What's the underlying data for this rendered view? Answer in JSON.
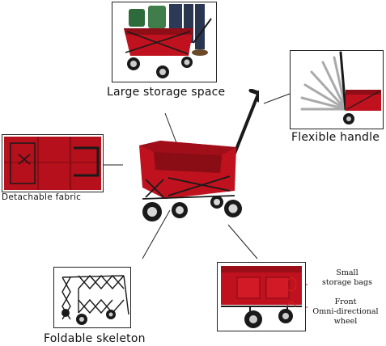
{
  "labels": {
    "storage": "Large storage space",
    "handle": "Flexible handle",
    "fabric": "Detachable fabric",
    "skeleton": "Foldable skeleton",
    "bags": "Small\nstorage bags",
    "wheel": "Front\nOmni-directional\nwheel"
  },
  "colors": {
    "wagon_red": "#c0121e",
    "wagon_dark": "#7d0a12",
    "frame_black": "#1a1a1a",
    "callout_red": "#d21e1e"
  }
}
